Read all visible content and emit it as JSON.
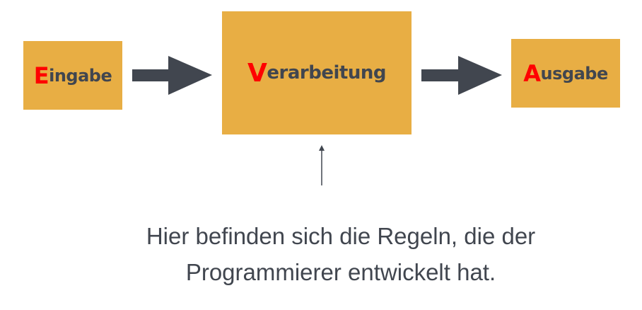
{
  "nodes": [
    {
      "first": "E",
      "rest": "ingabe"
    },
    {
      "first": "V",
      "rest": "erarbeitung"
    },
    {
      "first": "A",
      "rest": "usgabe"
    }
  ],
  "caption": {
    "line1": "Hier befinden sich die Regeln, die der",
    "line2": "Programmierer entwickelt hat."
  },
  "colors": {
    "box": "#e8ae44",
    "accent": "#ff0000",
    "dark": "#41464f"
  }
}
